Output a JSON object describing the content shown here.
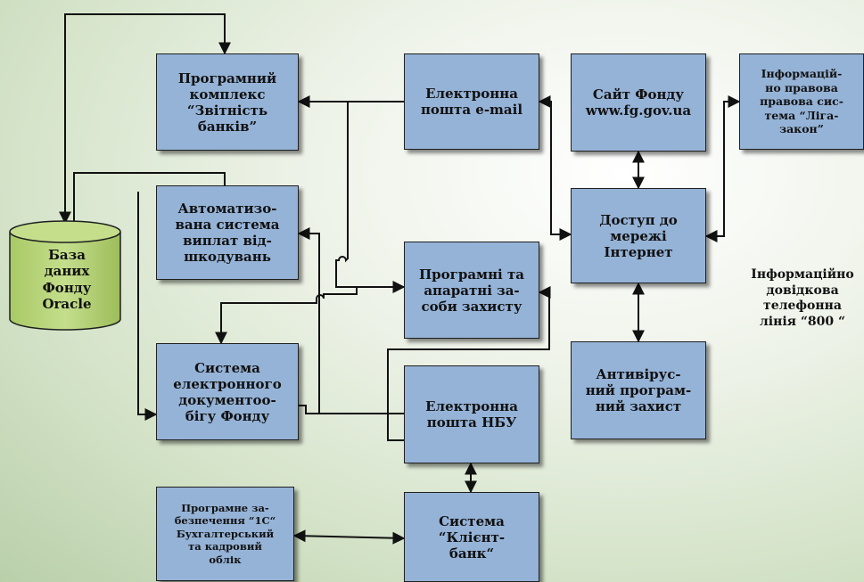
{
  "database": {
    "label": "База\nданих\nФонду\nOracle",
    "fill_color": "#b6d27a"
  },
  "boxes": {
    "zvitnist": "Програмний\nкомплекс\n“Звітність\nбанків”",
    "email": "Електронна\nпошта e-mail",
    "site": "Сайт Фонду\nwww.fg.gov.ua",
    "liga": "Інформацій-\nно правова\nправова сис-\nтема “Ліга-\nзакон”",
    "avtomat": "Автоматизо-\nвана система\nвиплат від-\nшкодувань",
    "internet": "Доступ до\nмережі\nІнтернет",
    "zakhyst": "Програмні та\nапаратні за-\nсоби захисту",
    "sed": "Система\nелектронного\nдокументоо-\nбігу Фонду",
    "nbu": "Електронна\nпошта НБУ",
    "antivirus": "Антивірус-\nний програм-\nний захист",
    "onec": "Програмне за-\nбезпечення “1С“\nБухгалтерський\nта кадровий\nоблік",
    "klient": "Система\n“Клієнт-\nбанк“"
  },
  "hotline": "Інформаційно\nдовідкова\nтелефонна\nлінія “800 “",
  "colors": {
    "box_fill": "#95b3d7",
    "line": "#111111"
  }
}
